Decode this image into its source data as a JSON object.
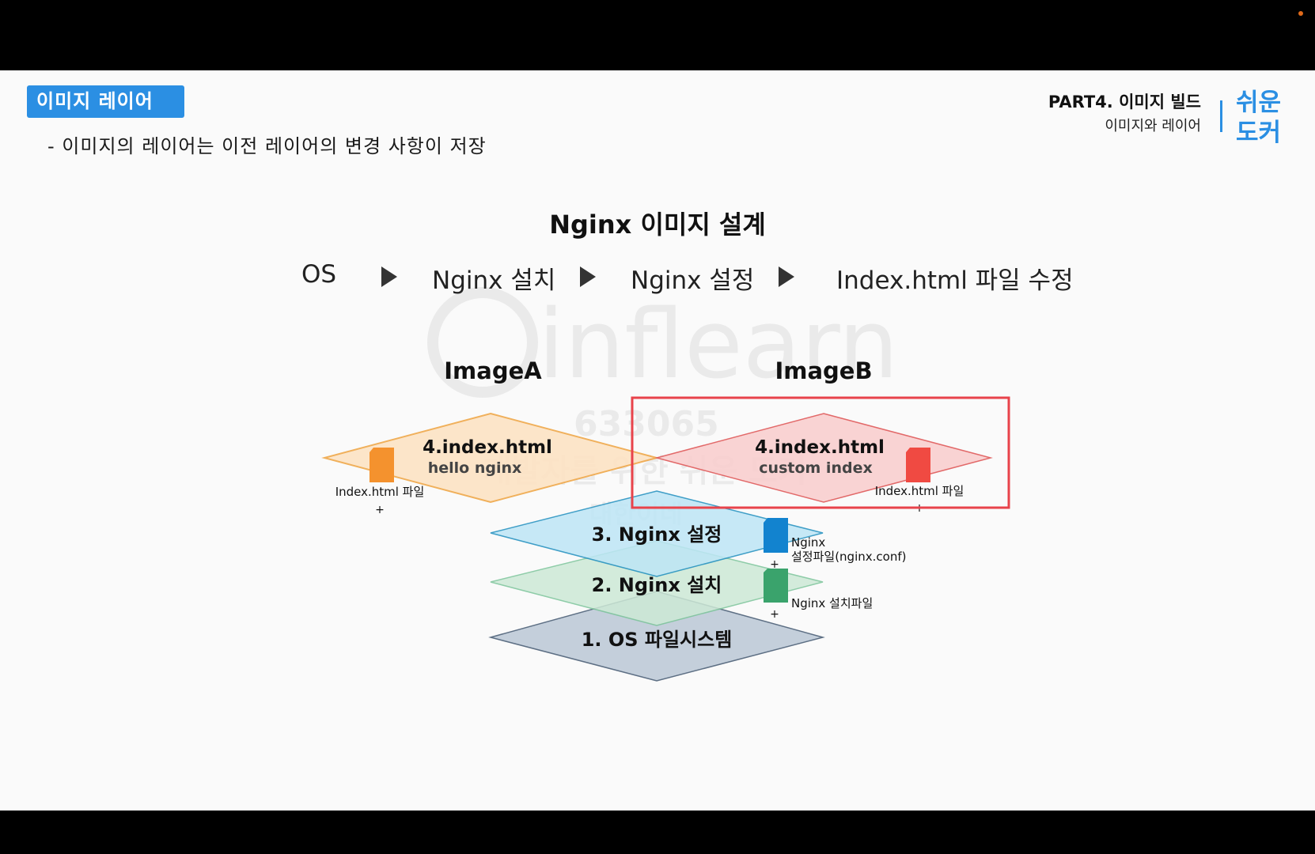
{
  "header": {
    "tag": "이미지 레이어",
    "subtitle": "- 이미지의 레이어는 이전 레이어의 변경 사항이 저장",
    "part_title": "PART4. 이미지 빌드",
    "part_sub": "이미지와 레이어",
    "logo_line1": "쉬운",
    "logo_line2": "도커"
  },
  "diagram": {
    "title": "Nginx 이미지 설계",
    "flow": [
      "OS",
      "Nginx 설치",
      "Nginx 설정",
      "Index.html 파일 수정"
    ],
    "image_a_label": "ImageA",
    "image_b_label": "ImageB",
    "layer4a": {
      "title": "4.index.html",
      "sub": "hello nginx",
      "file": "Index.html 파일",
      "plus": "+"
    },
    "layer4b": {
      "title": "4.index.html",
      "sub": "custom index",
      "file": "Index.html 파일",
      "plus": "+"
    },
    "layer3": {
      "title": "3. Nginx 설정",
      "file_line1": "Nginx",
      "file_line2": "설정파일(nginx.conf)",
      "plus": "+"
    },
    "layer2": {
      "title": "2. Nginx 설치",
      "file": "Nginx 설치파일",
      "plus": "+"
    },
    "layer1": {
      "title": "1. OS 파일시스템"
    },
    "colors": {
      "tag": "#2b8fe3",
      "layer4a_fill": "#fde3c4",
      "layer4a_stroke": "#f0a84a",
      "file4a": "#f4922e",
      "layer4b_fill": "#f9cfcf",
      "layer4b_stroke": "#e05a5a",
      "file4b": "#f04a42",
      "layer3_fill": "#bde6f6",
      "layer3_stroke": "#1f8fbf",
      "file3": "#1283cf",
      "layer2_fill": "#cde9d6",
      "layer2_stroke": "#7cc49a",
      "file2": "#3aa36c",
      "layer1_fill": "#c4cfdb",
      "layer1_stroke": "#5d6f84",
      "highlight": "#e8434b"
    }
  },
  "watermark": {
    "brand": "inflearn",
    "code": "633065",
    "line2": "개발자를 위한 쉬운 도커",
    "line3": "대한이네"
  }
}
